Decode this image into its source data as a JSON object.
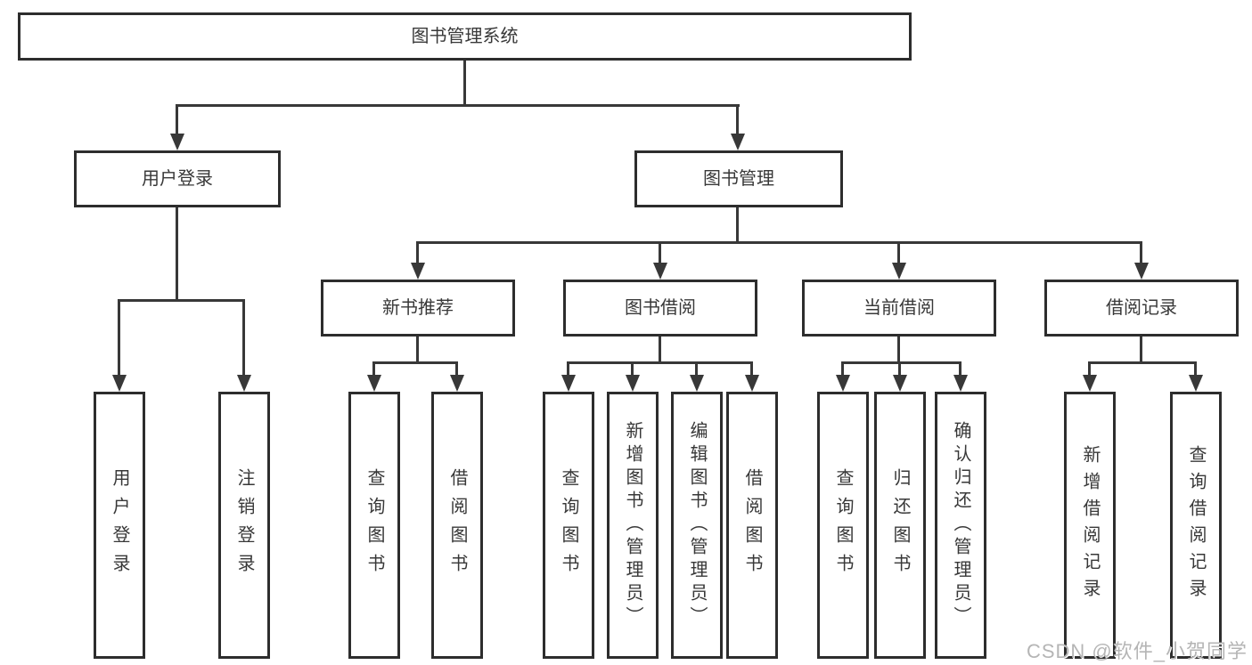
{
  "tree": {
    "label": "图书管理系统",
    "children": [
      {
        "label": "用户登录",
        "children": [
          {
            "label": "用户登录"
          },
          {
            "label": "注销登录"
          }
        ]
      },
      {
        "label": "图书管理",
        "children": [
          {
            "label": "新书推荐",
            "children": [
              {
                "label": "查询图书"
              },
              {
                "label": "借阅图书"
              }
            ]
          },
          {
            "label": "图书借阅",
            "children": [
              {
                "label": "查询图书"
              },
              {
                "label": "新增图书（管理员）"
              },
              {
                "label": "编辑图书（管理员）"
              },
              {
                "label": "借阅图书"
              }
            ]
          },
          {
            "label": "当前借阅",
            "children": [
              {
                "label": "查询图书"
              },
              {
                "label": "归还图书"
              },
              {
                "label": "确认归还（管理员）"
              }
            ]
          },
          {
            "label": "借阅记录",
            "children": [
              {
                "label": "新增借阅记录"
              },
              {
                "label": "查询借阅记录"
              }
            ]
          }
        ]
      }
    ]
  },
  "watermark": {
    "text": "CSDN @软件_小贺同学"
  },
  "colors": {
    "line": "#383838",
    "box_border": "#2d2d2d",
    "text": "#383838",
    "watermark": "#b5b5b5",
    "background": "#ffffff"
  }
}
